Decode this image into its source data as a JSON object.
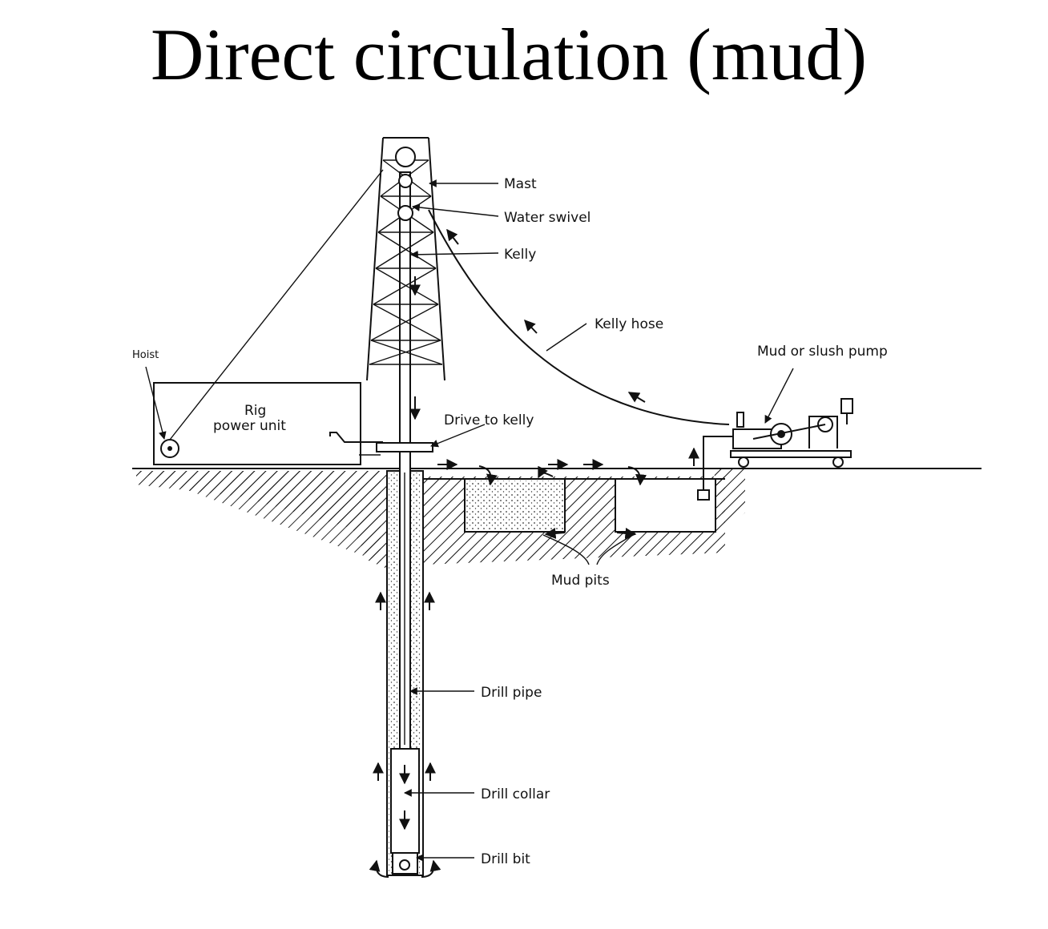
{
  "title": "Direct circulation (mud)",
  "labels": {
    "mast": "Mast",
    "water_swivel": "Water swivel",
    "kelly": "Kelly",
    "kelly_hose": "Kelly hose",
    "hoist": "Hoist",
    "rig_power_unit_line1": "Rig",
    "rig_power_unit_line2": "power unit",
    "drive_to_kelly": "Drive to kelly",
    "mud_pump": "Mud or slush pump",
    "mud_pits": "Mud pits",
    "drill_pipe": "Drill pipe",
    "drill_collar": "Drill collar",
    "drill_bit": "Drill bit"
  },
  "colors": {
    "ink": "#111111",
    "background": "#ffffff"
  }
}
